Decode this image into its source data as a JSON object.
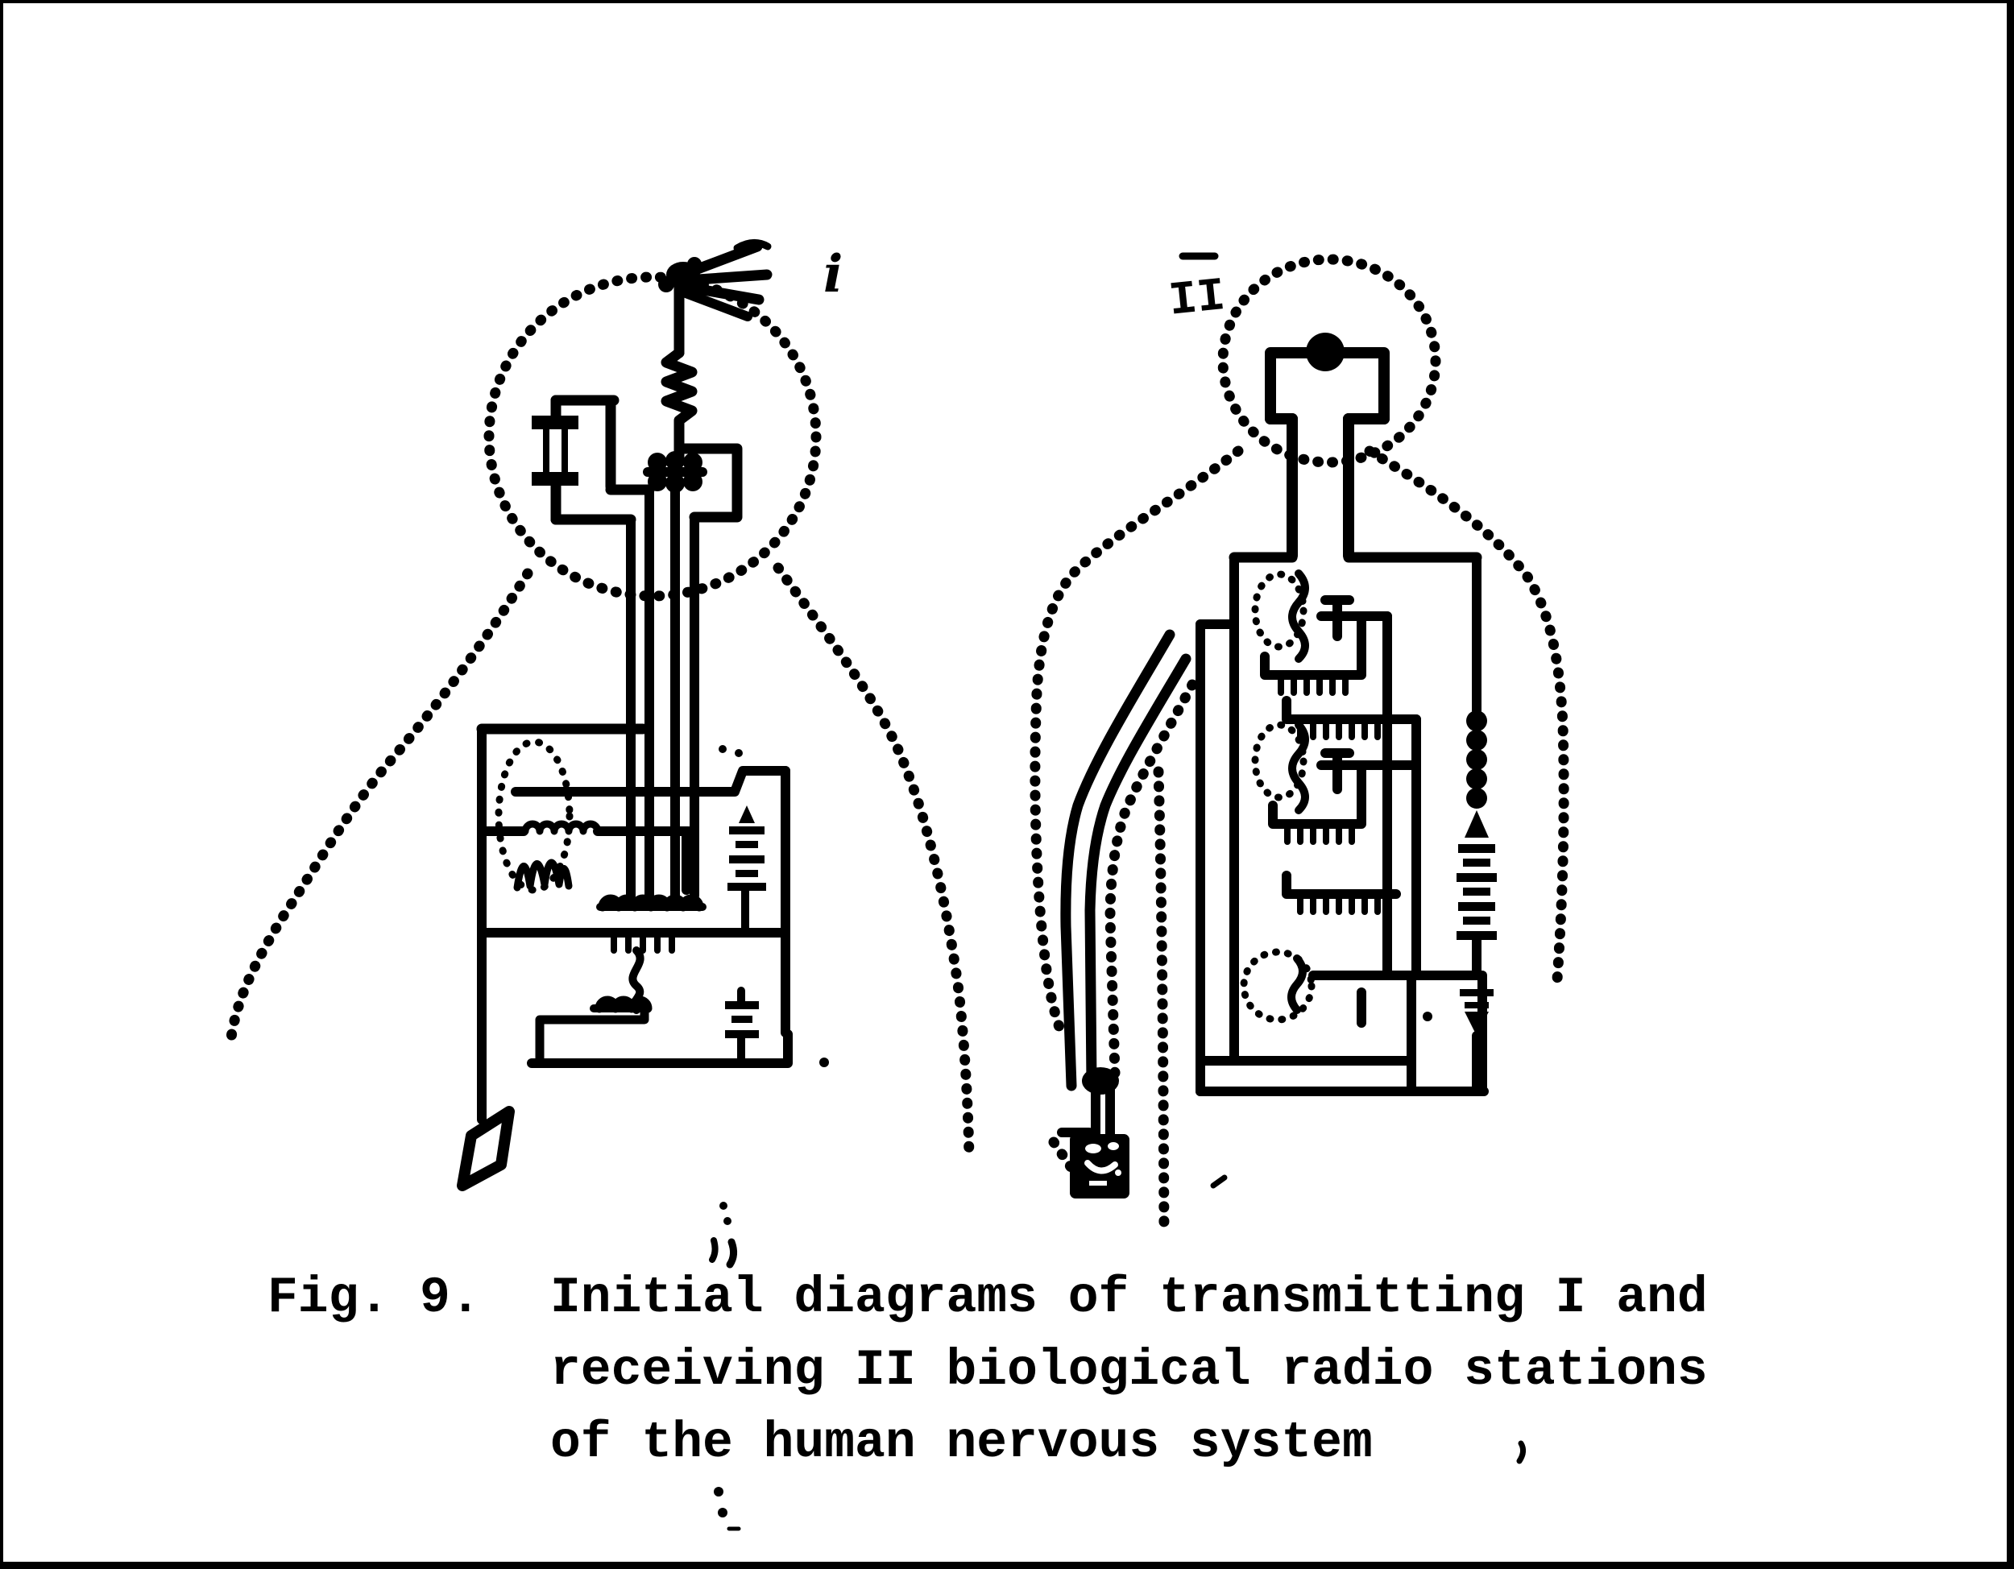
{
  "page": {
    "type": "scanned-figure",
    "paper_color": "#ffffff",
    "ink_color": "#000000"
  },
  "figure": {
    "left_label": "i",
    "right_label": "II",
    "caption_prefix": "Fig. 9.",
    "caption_lines": [
      "Initial diagrams of transmitting I and",
      "receiving II biological radio stations",
      "of the human nervous system"
    ]
  }
}
